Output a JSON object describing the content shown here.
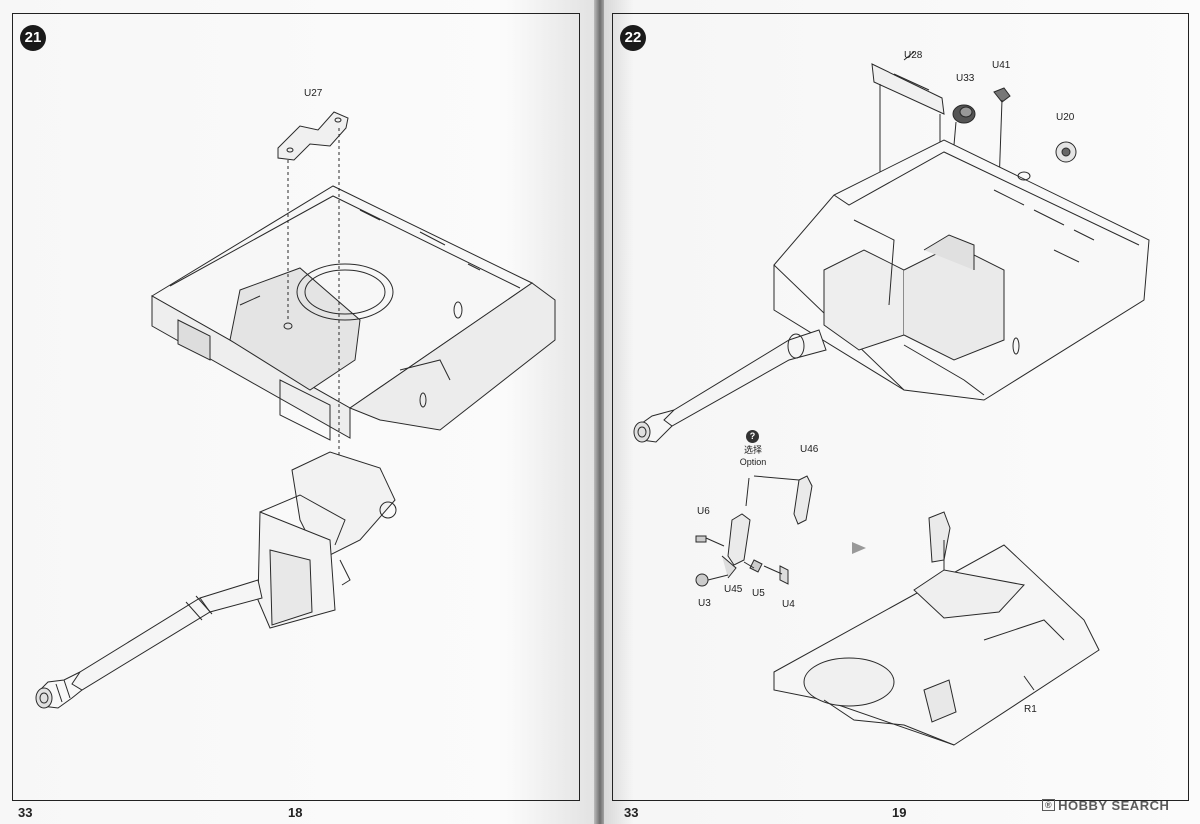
{
  "left_page": {
    "step_number": "21",
    "parts": [
      "U27"
    ],
    "footer_left": "33",
    "footer_center": "18"
  },
  "right_page": {
    "step_number": "22",
    "parts": [
      "U28",
      "U33",
      "U41",
      "U20",
      "U46",
      "U6",
      "U45",
      "U5",
      "U4",
      "U3",
      "R1"
    ],
    "option_icon": "?",
    "option_cn": "选择",
    "option_en": "Option",
    "footer_left": "33",
    "footer_center": "19"
  },
  "watermark": {
    "mark": "®",
    "brand": "HOBBY SEARCH"
  }
}
